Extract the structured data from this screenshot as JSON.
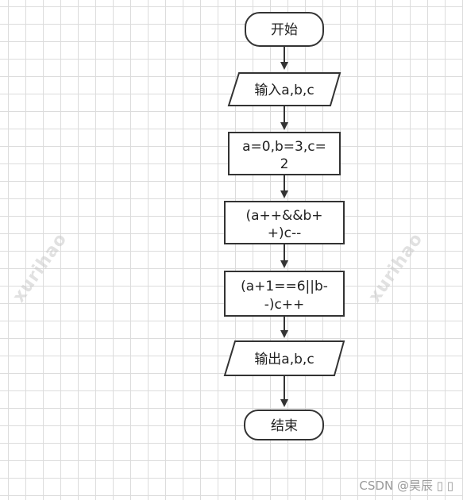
{
  "diagram": {
    "start": "开始",
    "input": "输入a,b,c",
    "assign": [
      "a=0,b=3,c=",
      "2"
    ],
    "step1": [
      "(a++&&b+",
      "+)c--"
    ],
    "step2": [
      "(a+1==6||b-",
      "-)c++"
    ],
    "output": "输出a,b,c",
    "end": "结束"
  },
  "watermarks": {
    "left": "xurihao",
    "right": "xurihao"
  },
  "credit": "CSDN @昊辰 ▯ ▯",
  "colors": {
    "stroke": "#333333",
    "fill": "#ffffff",
    "grid": "#dcdcdc"
  }
}
